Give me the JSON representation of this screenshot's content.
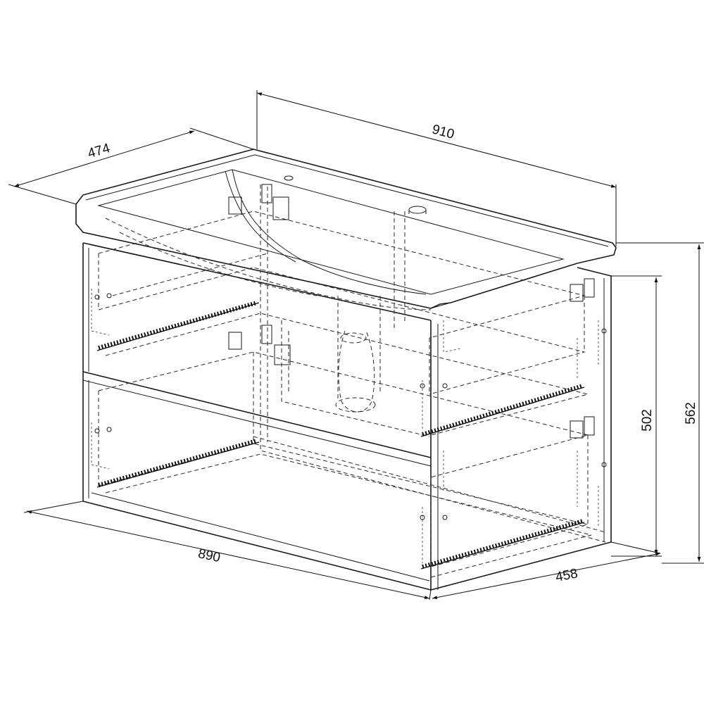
{
  "dimensions": {
    "top_depth": "474",
    "top_width": "910",
    "front_width": "890",
    "base_depth": "458",
    "body_height": "502",
    "total_height": "562"
  }
}
